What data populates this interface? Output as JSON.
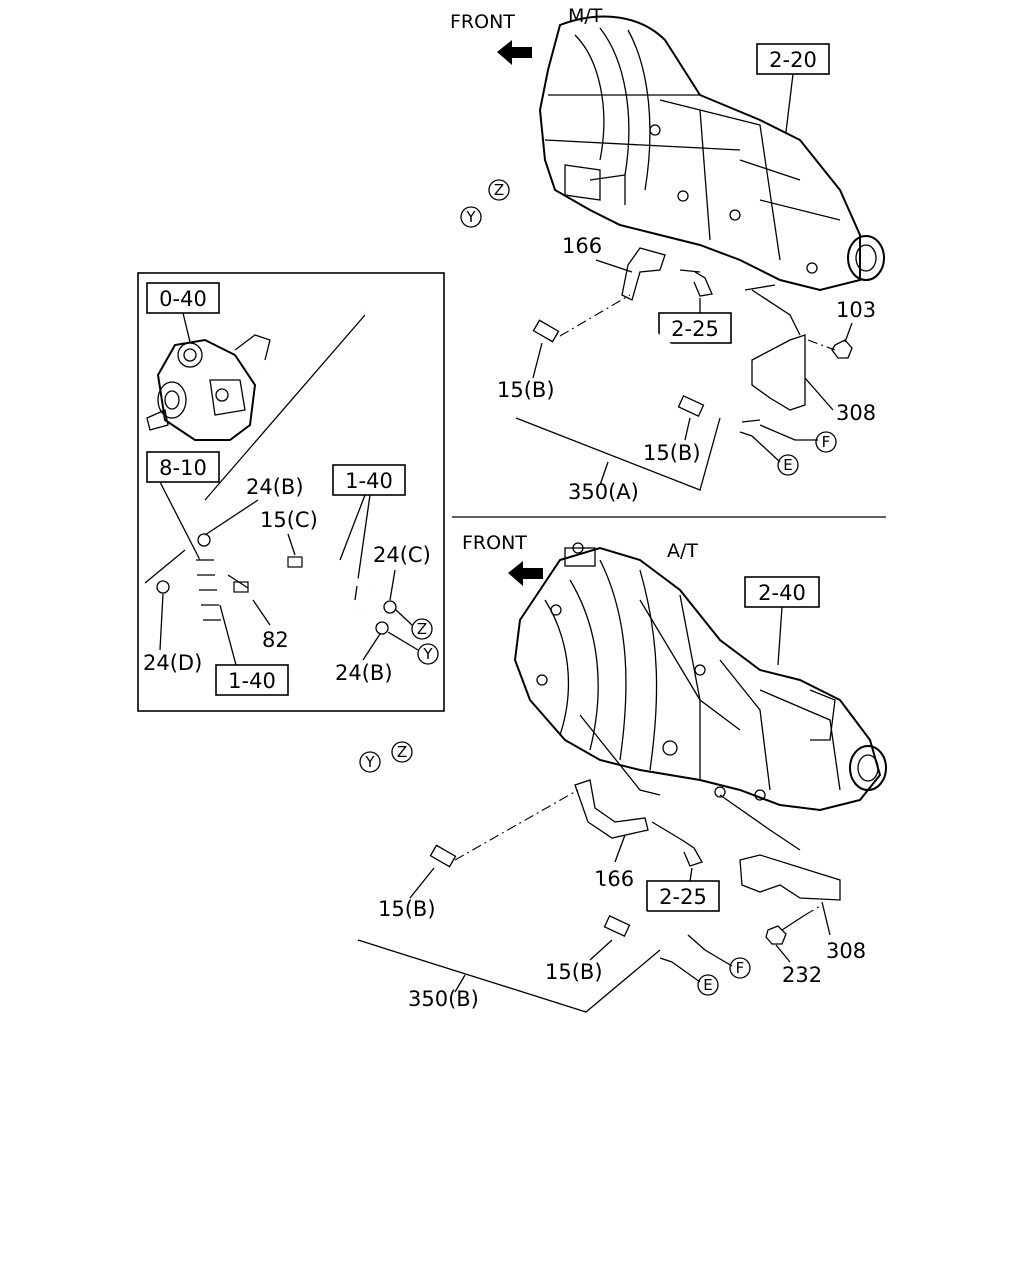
{
  "manual_transmission": {
    "front_label": "FRONT",
    "type_label": "M/T",
    "ref_transmission": "2-20",
    "ref_bolt": "2-25",
    "part_bracket": "166",
    "part_nut": "103",
    "part_bracket_rear": "308",
    "part_clip_upper": "15(B)",
    "part_clip_lower": "15(B)",
    "part_pipe_assembly": "350(A)",
    "connector_y": "Y",
    "connector_z": "Z",
    "connector_e": "E",
    "connector_f": "F"
  },
  "automatic_transmission": {
    "front_label": "FRONT",
    "type_label": "A/T",
    "ref_transmission": "2-40",
    "ref_bolt": "2-25",
    "part_bracket": "166",
    "part_bracket_rear": "308",
    "part_bolt": "232",
    "part_clip_upper": "15(B)",
    "part_clip_lower": "15(B)",
    "part_pipe_assembly": "350(B)",
    "connector_y": "Y",
    "connector_z": "Z",
    "connector_e": "E",
    "connector_f": "F"
  },
  "inset": {
    "ref_pump": "0-40",
    "ref_hose": "8-10",
    "ref_pipe_upper": "1-40",
    "ref_pipe_lower": "1-40",
    "part_clamp_b_top": "24(B)",
    "part_clip_c": "15(C)",
    "part_clamp_c": "24(C)",
    "part_clamp_b_bottom": "24(B)",
    "part_clamp_d": "24(D)",
    "part_hose": "82",
    "connector_z": "Z",
    "connector_y": "Y"
  }
}
